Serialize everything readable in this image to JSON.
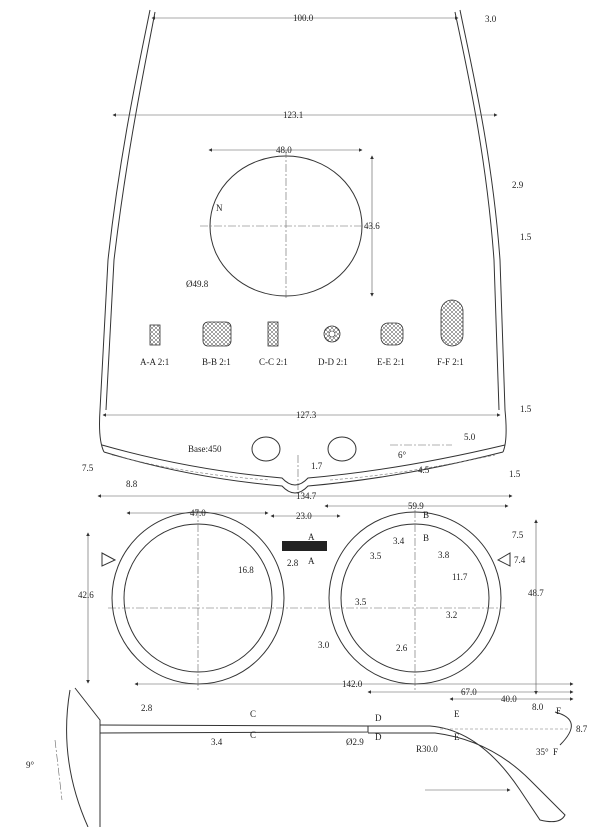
{
  "top_view": {
    "temple_inner": "100.0",
    "temple_tip": "3.0",
    "temple_outer": "123.1",
    "temple_thk1": "2.9",
    "temple_thk2": "1.5"
  },
  "lens": {
    "width": "48.0",
    "height": "43.6",
    "diameter": "Ø49.8",
    "mark": "N"
  },
  "sections": [
    {
      "label": "A-A 2:1"
    },
    {
      "label": "B-B 2:1"
    },
    {
      "label": "C-C 2:1"
    },
    {
      "label": "D-D 2:1"
    },
    {
      "label": "E-E 2:1"
    },
    {
      "label": "F-F 2:1"
    }
  ],
  "plan_view": {
    "hinge_span": "127.3",
    "hinge_gap": "1.5",
    "base": "Base:450",
    "angle": "6°",
    "thickness": "4.5",
    "end_w": "5.0",
    "bridge_drop": "1.7",
    "lug_a": "7.5",
    "lug_b": "8.8",
    "end_gap": "1.5",
    "overall": "134.7"
  },
  "front_view": {
    "lens_width": "47.0",
    "bridge": "23.0",
    "half_width": "59.9",
    "height_left": "42.6",
    "bridge_height": "16.8",
    "bridge_thk": "2.8",
    "sec_a": "A",
    "pad_gap": "3.5",
    "rim_top": "3.4",
    "sec_b": "B",
    "rim_upper": "3.8",
    "hinge_ext": "7.5",
    "hinge_h": "7.4",
    "hinge_y": "11.7",
    "total_height": "48.7",
    "pad_off": "3.5",
    "rim_side": "3.2",
    "rim_low": "3.0",
    "rim_bottom": "2.6"
  },
  "side_view": {
    "temple_length": "142.0",
    "tip_length": "67.0",
    "bend_length": "40.0",
    "tip_end": "8.0",
    "hinge_thk": "2.8",
    "sec_c": "C",
    "deco_h": "3.4",
    "sec_d": "D",
    "wire_dia": "Ø2.9",
    "sec_e": "E",
    "radius": "R30.0",
    "sec_f": "F",
    "tip_h": "8.7",
    "bend_angle": "35°",
    "tilt": "9°"
  }
}
